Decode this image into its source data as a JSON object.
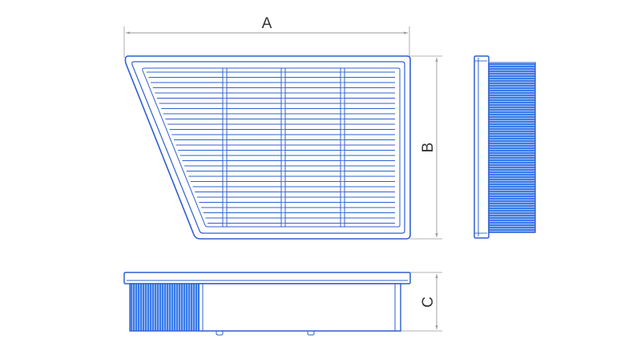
{
  "dimensions": {
    "a_label": "A",
    "b_label": "B",
    "c_label": "C"
  },
  "colors": {
    "outline": "#2f5fd0",
    "pleat_fill": "#3a7bea",
    "pleat_line": "#bcd3f7",
    "dim_line": "#9a9a9a",
    "label": "#333333"
  },
  "views": {
    "top_view": {
      "icon": "panel-air-filter-top-view",
      "grid_dividers": 3
    },
    "side_view": {
      "icon": "panel-air-filter-side-view"
    },
    "front_view": {
      "icon": "panel-air-filter-front-view"
    }
  }
}
